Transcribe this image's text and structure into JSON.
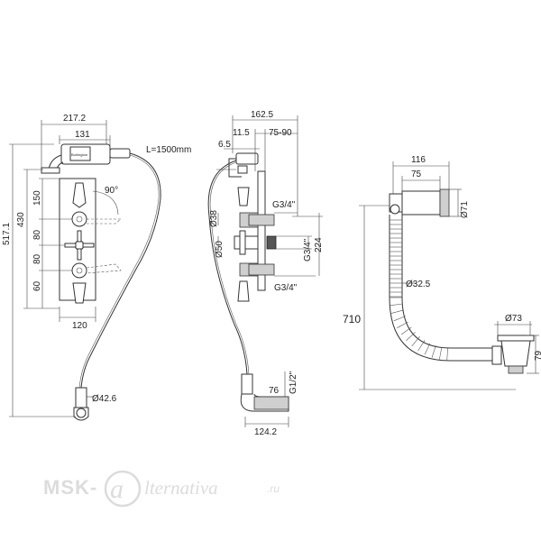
{
  "front_view": {
    "width_overall": "217.2",
    "width_top": "131",
    "hose_length": "L=1500mm",
    "angle": "90°",
    "height_total": "517.1",
    "height_panel": "430",
    "spacing_1": "150",
    "spacing_2": "80",
    "spacing_3": "80",
    "spacing_4": "60",
    "width_base": "120",
    "diameter": "Ø42.6",
    "brand_label": "Burlington"
  },
  "side_view": {
    "depth_total": "162.5",
    "depth_1": "11.5",
    "depth_2": "75-90",
    "depth_3": "6.5",
    "dia_handle": "Ø38",
    "dia_body": "Ø50",
    "thread_top": "G3/4\"",
    "thread_mid": "G3/4\"",
    "thread_bottom": "G3/4\"",
    "height_224": "224",
    "thread_hose": "G1/2\"",
    "hose_w1": "76",
    "hose_w2": "124.2"
  },
  "bath_waste": {
    "width_116": "116",
    "width_75": "75",
    "dia_71": "Ø71",
    "dia_pipe": "Ø32.5",
    "height_710": "710",
    "dia_73": "Ø73",
    "height_79": "79"
  },
  "watermark": {
    "text_left": "MSK-",
    "text_right": "lternativa",
    "text_suffix": ".ru"
  }
}
